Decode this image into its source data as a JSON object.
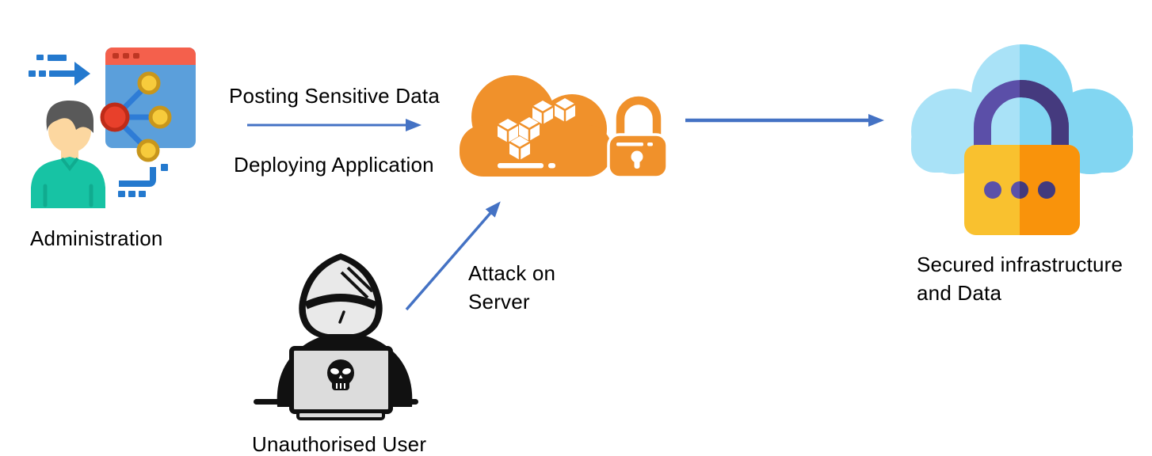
{
  "nodes": {
    "administration": {
      "label": "Administration"
    },
    "unauthorised_user": {
      "label": "Unauthorised User"
    },
    "secured": {
      "label": "Secured infrastructure and Data",
      "line1": "Secured infrastructure",
      "line2": "and Data"
    }
  },
  "edges": {
    "admin_to_cloud": {
      "label_top": "Posting Sensitive Data",
      "label_bottom": "Deploying Application"
    },
    "hacker_to_cloud": {
      "label": "Attack on Server",
      "line1": "Attack on",
      "line2": "Server"
    },
    "cloud_to_secured": {}
  },
  "icons": {
    "administration": "admin-user-app-window-icon",
    "cloud_server": "aws-cloud-with-padlock-icon",
    "unauthorised_user": "hooded-hacker-laptop-skull-icon",
    "secured": "cloud-with-purple-padlock-icon"
  },
  "colors": {
    "arrow_blue": "#4472C4",
    "aws_orange": "#F0912B",
    "admin_window_blue": "#5B9FDB",
    "admin_bar_red": "#F4604C",
    "admin_dash_blue": "#2479CE",
    "network_red": "#E8402B",
    "network_yellow": "#F7CB3C",
    "shirt_teal": "#17C3A4",
    "hair_gray": "#595959",
    "skin_peach": "#FCD7A0",
    "hacker_black": "#111111",
    "hacker_gray": "#E9E9E9",
    "cloud_blue_light": "#A9E2F7",
    "cloud_blue_dark": "#82D6F2",
    "lock_yellow": "#F9C12F",
    "lock_orange": "#F9930B",
    "shackle_purple": "#5B4FA8",
    "shackle_purple_dark": "#453A7E",
    "dot_purple": "#5B51A9",
    "dot_purple_dark": "#423A7D"
  }
}
